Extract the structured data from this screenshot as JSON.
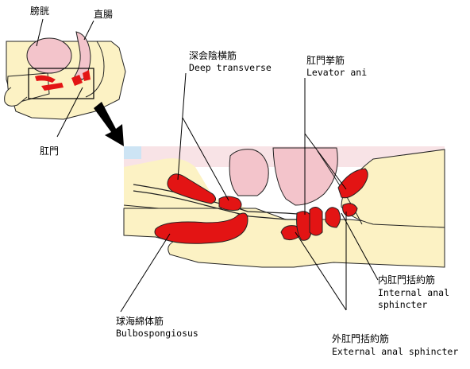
{
  "labels": {
    "bladder": "膀胱",
    "rectum": "直腸",
    "anus": "肛門",
    "deep_transverse_jp": "深会陰横筋",
    "deep_transverse_en": "Deep transverse",
    "levator_ani_jp": "肛門挙筋",
    "levator_ani_en": "Levator ani",
    "internal_sphincter_jp": "内肛門括約筋",
    "internal_sphincter_en_1": "Internal anal",
    "internal_sphincter_en_2": "sphincter",
    "bulbospongiosus_jp": "球海綿体筋",
    "bulbospongiosus_en": "Bulbospongiosus",
    "external_sphincter_jp": "外肛門括約筋",
    "external_sphincter_en": "External anal sphincter"
  },
  "colors": {
    "muscle_red": "#e31414",
    "skin_yellow": "#fcf2c4",
    "organ_pink": "#f3c4cb",
    "pale_pink": "#f8e3e6",
    "highlight_blue": "#cde4f4",
    "arrow": "#000000"
  }
}
